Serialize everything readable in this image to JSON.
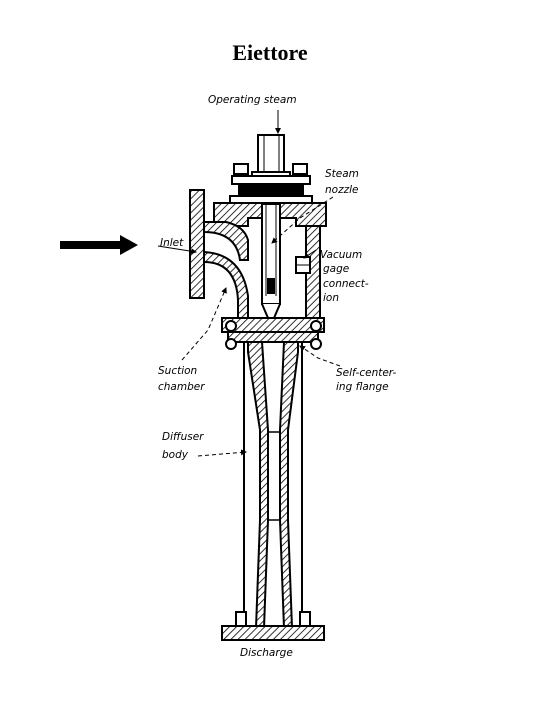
{
  "title": "Eiettore",
  "labels": {
    "operating_steam": "Operating steam",
    "steam_nozzle_1": "Steam",
    "steam_nozzle_2": "nozzle",
    "inlet": "Inlet",
    "vacuum_1": "Vacuum",
    "vacuum_2": "gage",
    "vacuum_3": "connect-",
    "vacuum_4": "ion",
    "suction_1": "Suction",
    "suction_2": "chamber",
    "flange_1": "Self-center-",
    "flange_2": "ing flange",
    "diffuser_1": "Diffuser",
    "diffuser_2": "body",
    "discharge": "Discharge"
  }
}
